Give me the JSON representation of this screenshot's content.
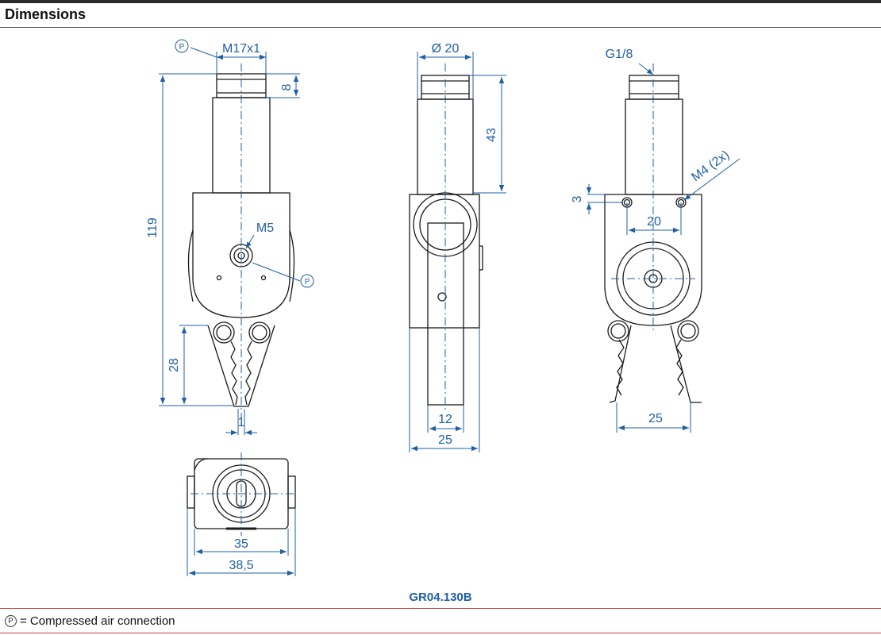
{
  "header": {
    "title": "Dimensions"
  },
  "drawing": {
    "id": "GR04.130B",
    "labels": {
      "thread_top": "M17x1",
      "thread_len": "8",
      "overall_height": "119",
      "side_port": "M5",
      "jaw_height": "28",
      "tip_gap": "1",
      "diameter": "Ø 20",
      "upper_len": "43",
      "jaw_width": "12",
      "side_width": "25",
      "g_thread": "G1/8",
      "mount_thread": "M4 (2x)",
      "hole_offset": "3",
      "hole_spacing": "20",
      "rear_open": "25",
      "bottom_inner": "35",
      "bottom_outer": "38,5",
      "p_marker": "P"
    }
  },
  "legend": {
    "symbol": "P",
    "text": "= Compressed air connection"
  },
  "colors": {
    "dimension": "#1f5fa5",
    "outline": "#1a1a1a",
    "rule_red": "#c8424a"
  }
}
